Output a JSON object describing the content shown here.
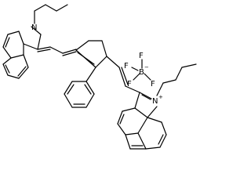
{
  "molecule": {
    "atoms": {
      "n_top": "N",
      "n_bottom": "N",
      "n_bottom_charge": "+",
      "boron": "B",
      "boron_charge": "−",
      "fluorine_1": "F",
      "fluorine_2": "F",
      "fluorine_3": "F",
      "fluorine_4": "F"
    }
  }
}
